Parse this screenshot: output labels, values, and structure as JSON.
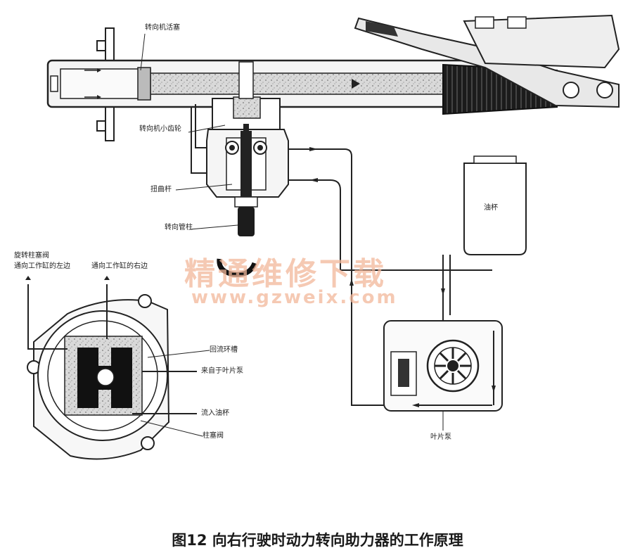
{
  "labels": {
    "piston": "转向机活塞",
    "pinion": "转向机小齿轮",
    "torsion_bar": "扭曲杆",
    "steering_column": "转向管柱",
    "reservoir": "油杯",
    "rotary_valve": "旋转柱塞阀",
    "to_left_chamber": "通向工作缸的左边",
    "to_right_chamber": "通向工作缸的右边",
    "return_groove": "回流环槽",
    "from_pump": "来自于叶片泵",
    "to_reservoir": "流入油杯",
    "spool_valve": "柱塞阀",
    "vane_pump": "叶片泵"
  },
  "watermark": {
    "cn": "精通维修下载",
    "url": "www.gzweix.com"
  },
  "caption": "图12 向右行驶时动力转向助力器的工作原理"
}
